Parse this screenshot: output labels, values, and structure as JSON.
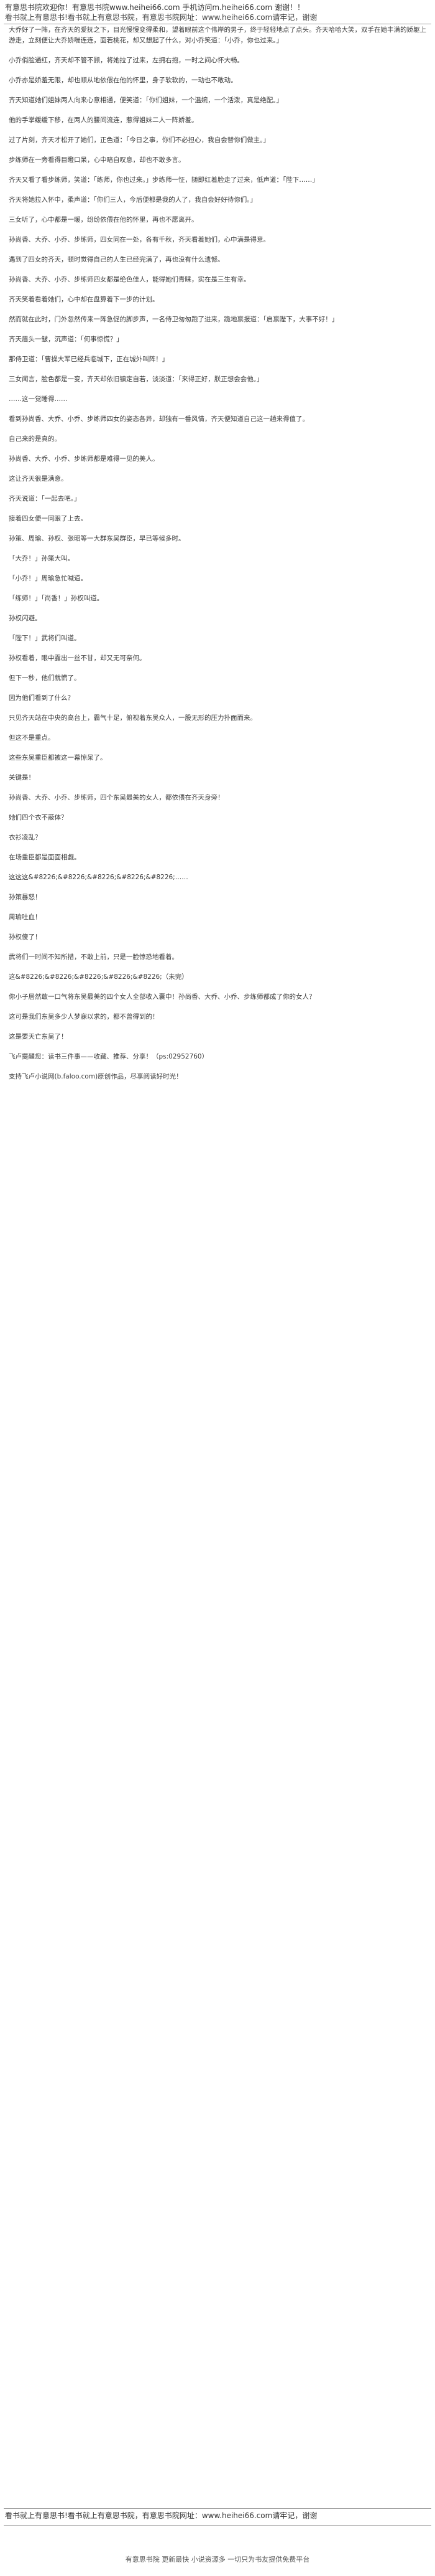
{
  "header": {
    "line1": "有意思书院欢迎你！有意思书院www.heihei66.com 手机访问m.heihei66.com 谢谢！！",
    "line2": "看书就上有意思书!看书就上有意思书院，有意思书院网址：www.heihei66.com请牢记，谢谢"
  },
  "paragraphs": [
    "大乔好了一阵，在齐天的爱抚之下，目光慢慢变得柔和，望着眼前这个伟岸的男子，终于轻轻地点了点头。齐天哈哈大笑，双手在她丰满的娇躯上游走，立刻便让大乔娇喘连连，面若桃花，却又想起了什么，对小乔笑道：「小乔，你也过来。」",
    "小乔俏脸通红，齐天却不管不顾，将她拉了过来，左拥右抱，一时之间心怀大畅。",
    "小乔亦是娇羞无限，却也顺从地依偎在他的怀里，身子软软的，一动也不敢动。",
    "齐天知道她们姐妹两人向来心意相通，便笑道：「你们姐妹，一个温婉，一个活泼，真是绝配。」",
    "他的手掌缓缓下移，在两人的腰间流连，惹得姐妹二人一阵娇羞。",
    "过了片刻，齐天才松开了她们，正色道：「今日之事，你们不必担心，我自会替你们做主。」",
    "步练师在一旁看得目瞪口呆，心中暗自叹息，却也不敢多言。",
    "齐天又看了看步练师，笑道：「练师，你也过来。」步练师一怔，随即红着脸走了过来，低声道：「陛下……」",
    "齐天将她拉入怀中，柔声道：「你们三人，今后便都是我的人了，我自会好好待你们。」",
    "三女听了，心中都是一暖，纷纷依偎在他的怀里，再也不愿离开。",
    "孙尚香、大乔、小乔、步练师，四女同在一处，各有千秋，齐天看着她们，心中满是得意。",
    "遇到了四女的齐天，顿时觉得自己的人生已经完满了，再也没有什么遗憾。",
    "孙尚香、大乔、小乔、步练师四女都是绝色佳人，能得她们青睐，实在是三生有幸。",
    "齐天笑着看着她们，心中却在盘算着下一步的计划。",
    "然而就在此时，门外忽然传来一阵急促的脚步声，一名侍卫匆匆跑了进来，跪地禀报道：「启禀陛下，大事不好！」",
    "齐天眉头一皱，沉声道：「何事惊慌？」",
    "那侍卫道：「曹操大军已经兵临城下，正在城外叫阵！」",
    "三女闻言，脸色都是一变，齐天却依旧镇定自若，淡淡道：「来得正好，朕正想会会他。」",
    "……这一觉睡得……",
    "看到孙尚香、大乔、小乔、步练师四女的姿态各异，却独有一番风情，齐天便知道自己这一趟来得值了。",
    "自己来的是真的。",
    "孙尚香、大乔、小乔、步练师都是难得一见的美人。",
    "这让齐天很是满意。",
    "齐天说道：「一起去吧。」",
    "接着四女便一同跟了上去。",
    "孙策、周瑜、孙权、张昭等一大群东吴群臣，早已等候多时。",
    "「大乔！」孙策大叫。",
    "「小乔！」周瑜急忙喊道。",
    "「练师！」「尚香！」孙权叫道。",
    "孙权闪避。",
    "「陛下！」武将们叫道。",
    "孙权看着，眼中露出一丝不甘，却又无可奈何。",
    "但下一秒，他们就慌了。",
    "因为他们看到了什么？",
    "只见齐天站在中央的高台上，霸气十足，俯视着东吴众人，一股无形的压力扑面而来。",
    "但这不是重点。",
    "这些东吴重臣都被这一幕惊呆了。",
    "关键是！",
    "孙尚香、大乔、小乔、步练师，四个东吴最美的女人，都依偎在齐天身旁！",
    "她们四个衣不蔽体？",
    "衣衫凌乱？",
    "在场重臣都是面面相觑。",
    "这这这&#8226;&#8226;&#8226;&#8226;&#8226;……",
    "孙策暴怒！",
    "周瑜吐血！",
    "孙权傻了！",
    "武将们一时间不知所措，不敢上前，只是一脸惊恐地看着。",
    "这&#8226;&#8226;&#8226;&#8226;&#8226;（未完）",
    "你小子居然敢一口气将东吴最美的四个女人全部收入囊中！孙尚香、大乔、小乔、步练师都成了你的女人？",
    "这可是我们东吴多少人梦寐以求的，都不曾得到的！",
    "这是要天亡东吴了！",
    "飞卢提醒您：读书三件事——收藏、推荐、分享！（ps:02952760）",
    "支持飞卢小说网(b.faloo.com)原创作品，尽享阅读好时光！"
  ],
  "bottom_banner": "看书就上有意思书!看书就上有意思书院，有意思书院网址：www.heihei66.com请牢记，谢谢",
  "footer": "有意思书院 更新最快 小说资源多 一切只为书友提供免费平台"
}
